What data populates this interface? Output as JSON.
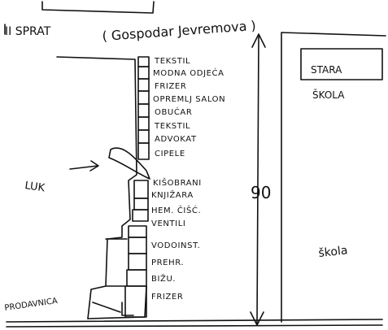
{
  "sprat": "II SPRAT",
  "street": "( Gospodar Jevremova )",
  "arrow_label": "LUK",
  "measure": "90",
  "stara_skola": {
    "line1": "STARA",
    "line2": "ŠKOLA"
  },
  "skola": "škola",
  "prodavnica": "PRODAVNICA",
  "shops": [
    "TEKSTIL",
    "MODNA ODJEĆA",
    "FRIZER",
    "OPREMLJ SALON",
    "OBUĆAR",
    "TEKSTIL",
    "ADVOKAT",
    "CIPELE",
    "KIŠOBRANI",
    "KNJIŽARA",
    "HEM. ČIŠĆ.",
    "VENTILI",
    "VODOINST.",
    "PREHR.",
    "BIŽU.",
    "FRIZER"
  ]
}
